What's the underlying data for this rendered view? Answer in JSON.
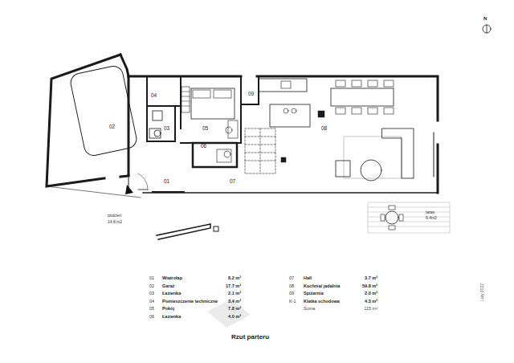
{
  "diagram": {
    "title": "Rzut parteru",
    "labels": [
      "01",
      "02",
      "03",
      "04",
      "05",
      "06",
      "07",
      "08",
      "09",
      "podcień",
      "14.8 m2",
      "taras",
      "6.4m2",
      "N",
      "Luty 2022",
      "01",
      "Wiatrołap",
      "8.2 m²",
      "02",
      "Garaż",
      "17.7 m²",
      "03",
      "Łazienka",
      "2.1 m²",
      "04",
      "Pomieszczenie techniczne",
      "3.4 m²",
      "05",
      "Pokój",
      "7.8 m²",
      "06",
      "Łazienka",
      "4.0 m²",
      "07",
      "Hall",
      "3.7 m²",
      "08",
      "Kuchnia/ jadalnia",
      "59.8 m²",
      "09",
      "Spiżarnia",
      "2.0 m²",
      "K-1",
      "Klatka schodowa",
      "4.3 m²",
      "Suma",
      "115 m²"
    ]
  }
}
